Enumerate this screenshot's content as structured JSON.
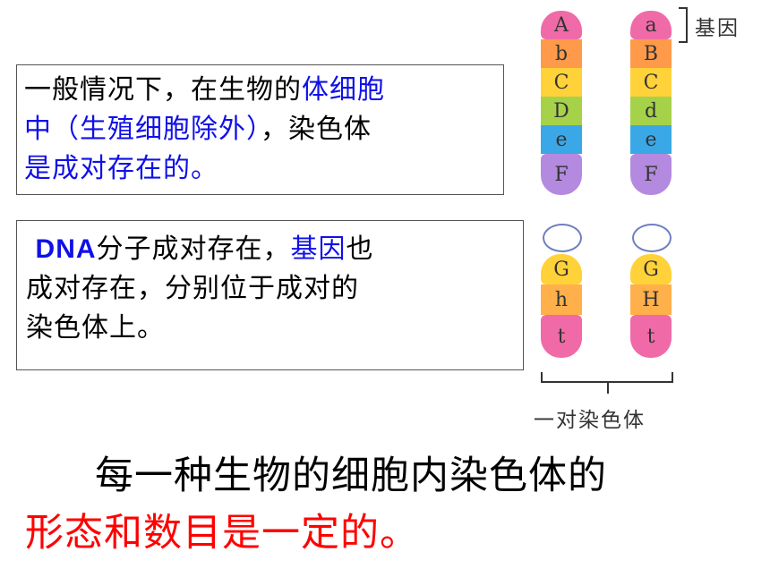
{
  "box1": {
    "line1_a": "一般情况下，在生物的",
    "line1_b": "体细胞",
    "line2_a": "中（生殖细胞除外）",
    "line2_b": "，染色体",
    "line3": "是成对存在的。"
  },
  "box2": {
    "dna": "DNA",
    "line1_a": "分子成对存在，",
    "line1_b": "基因",
    "line1_c": "也",
    "line2": "成对存在，分别位于成对的",
    "line3": "染色体上。"
  },
  "figure": {
    "gene_label": "基因",
    "pair_label": "一对染色体",
    "left_genes": [
      "A",
      "b",
      "C",
      "D",
      "e",
      "F",
      "G",
      "h",
      "t"
    ],
    "right_genes": [
      "a",
      "B",
      "C",
      "d",
      "e",
      "F",
      "G",
      "H",
      "t"
    ],
    "segment_colors": [
      "#f06aa8",
      "#ff9a4a",
      "#ffd23a",
      "#a6d24a",
      "#3aa8e6",
      "#b38adf",
      "#ffd23a",
      "#ffb04a",
      "#f06aa8"
    ]
  },
  "bottom": {
    "line1": "每一种生物的细胞内染色体的",
    "line2": "形态和数目是一定的。"
  }
}
